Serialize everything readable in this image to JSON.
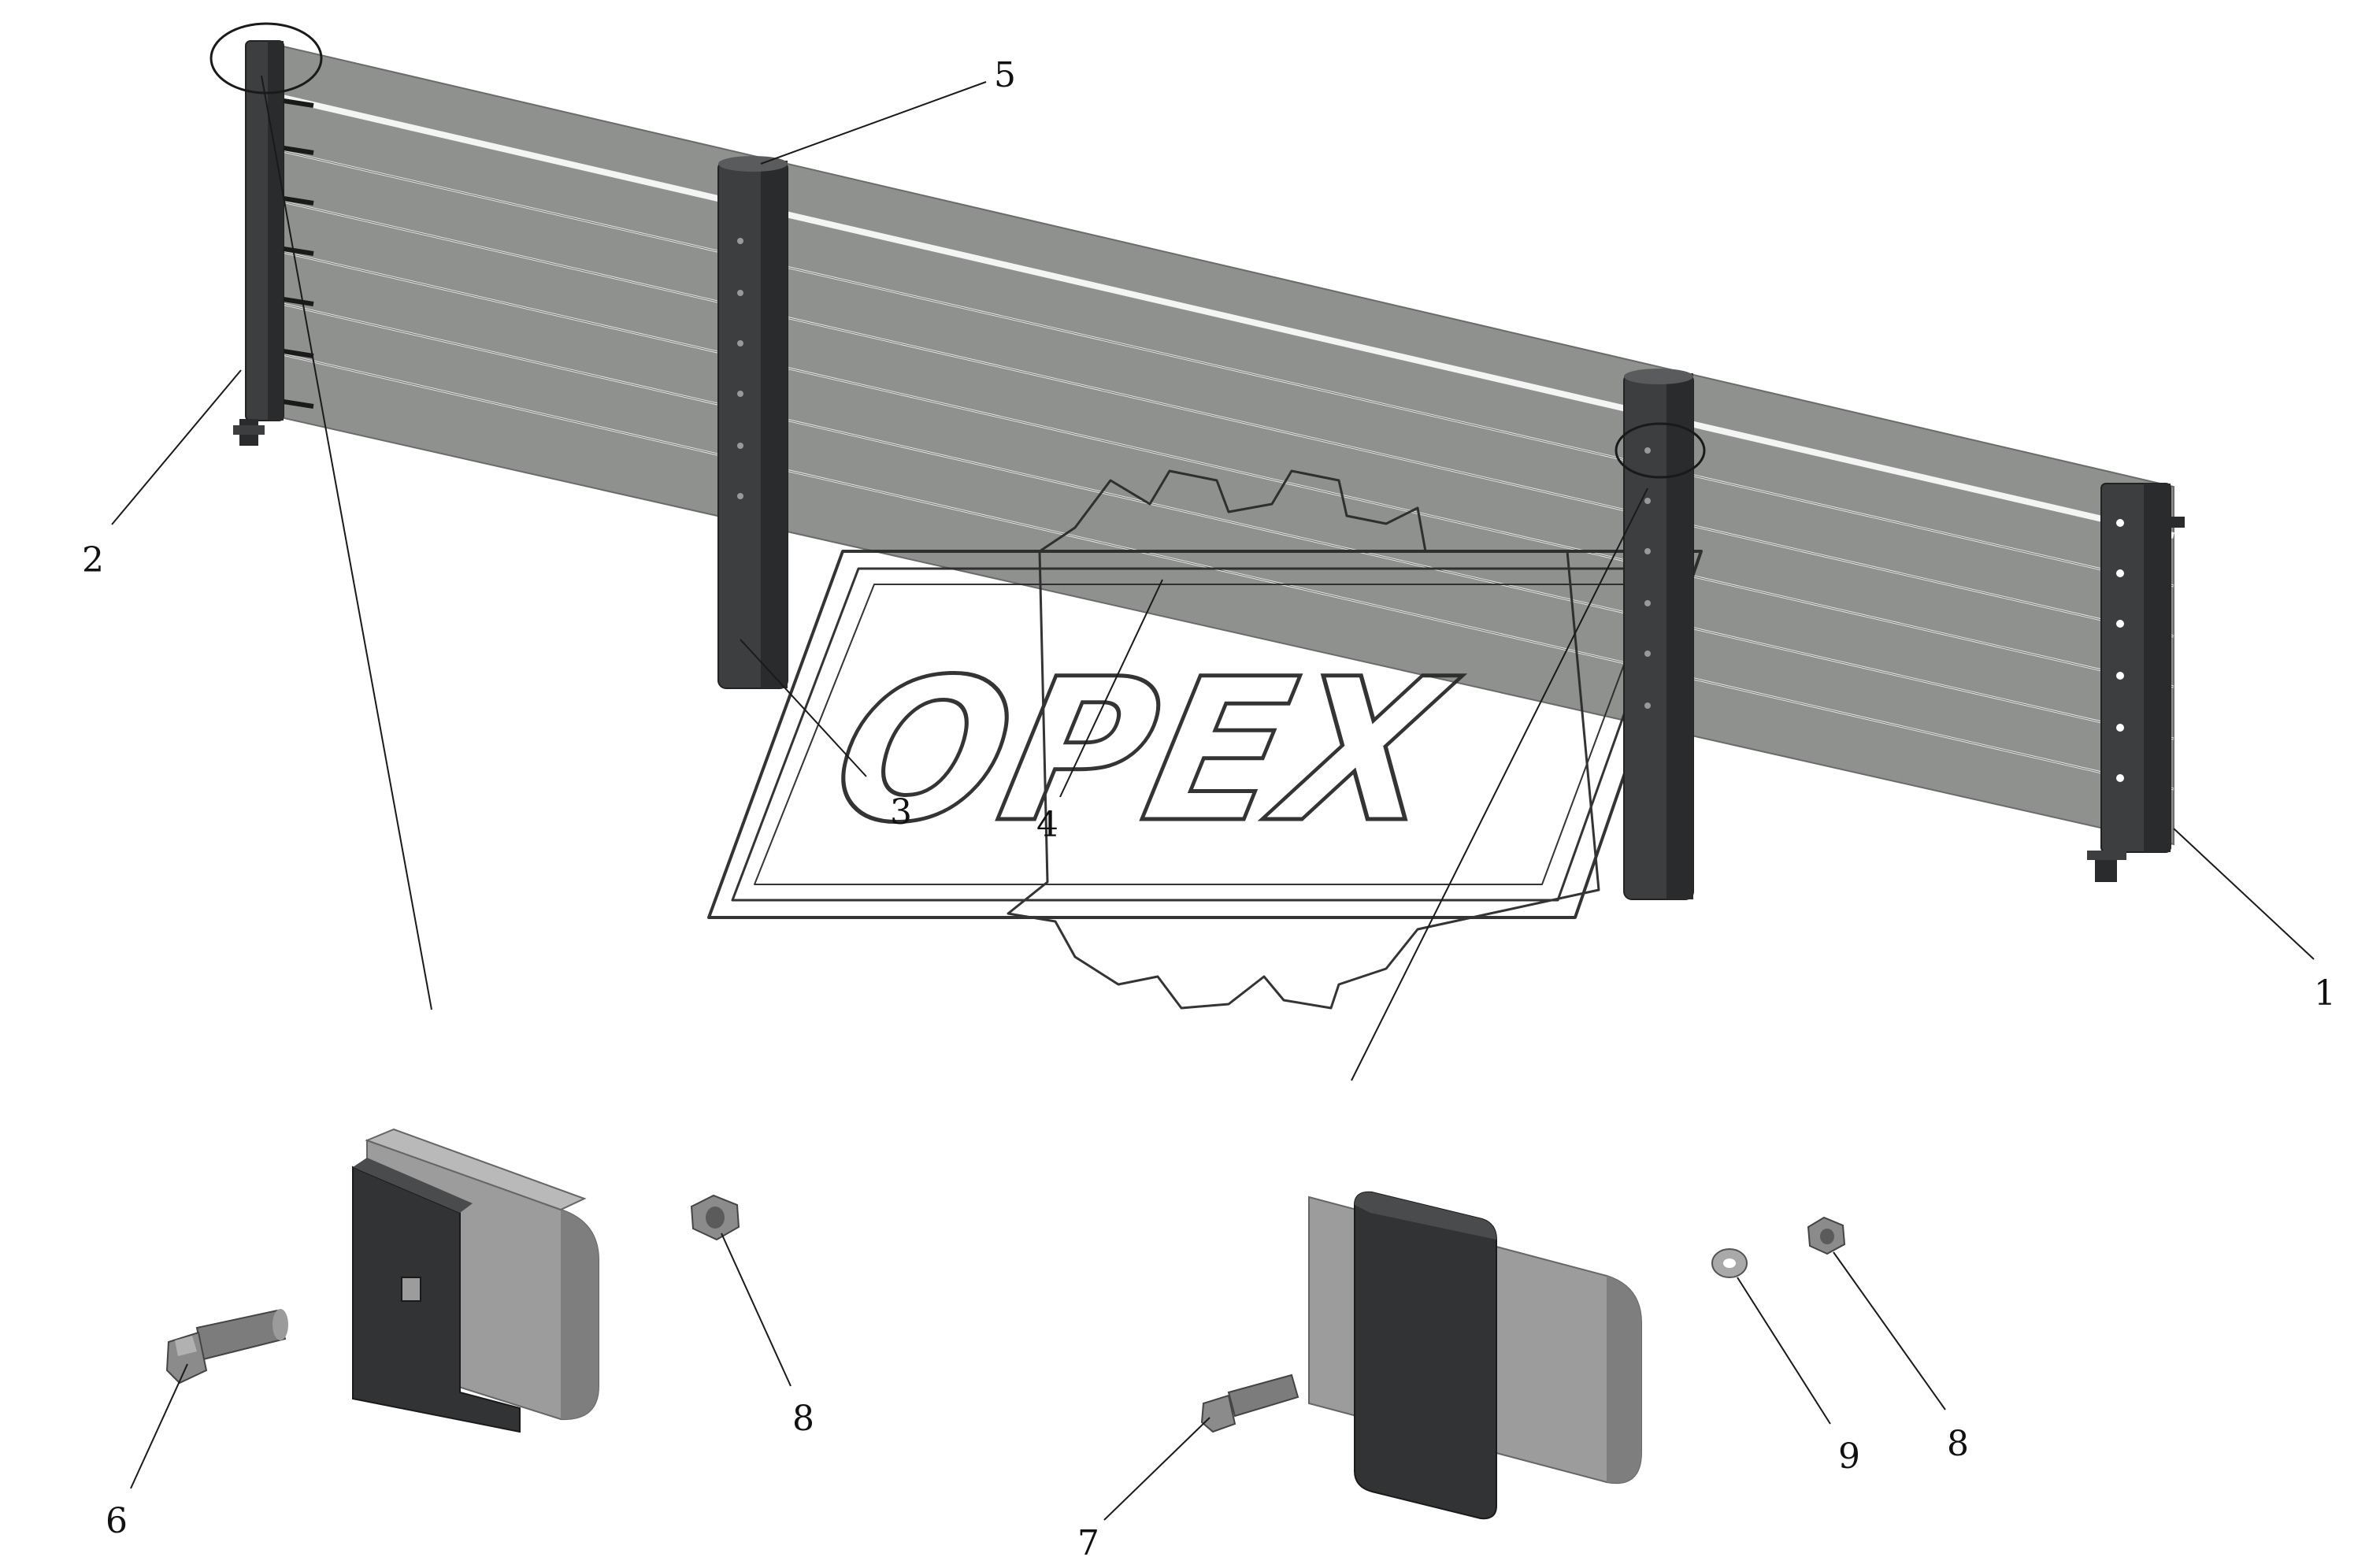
{
  "watermark": {
    "logo_text": "OPEX"
  },
  "callouts": [
    {
      "id": "c1",
      "text": "1"
    },
    {
      "id": "c2",
      "text": "2"
    },
    {
      "id": "c3",
      "text": "3"
    },
    {
      "id": "c4",
      "text": "4"
    },
    {
      "id": "c5",
      "text": "5"
    },
    {
      "id": "c6",
      "text": "6"
    },
    {
      "id": "c7",
      "text": "7"
    },
    {
      "id": "c8a",
      "text": "8"
    },
    {
      "id": "c8b",
      "text": "8"
    },
    {
      "id": "c9",
      "text": "9"
    }
  ],
  "colors": {
    "panel": "#8f918f",
    "post": "#3d3e3f",
    "post_shade": "#2a2b2c",
    "gap": "#f4f4f4",
    "line": "#1a1a1a",
    "rubber": "#9b9c9b"
  }
}
